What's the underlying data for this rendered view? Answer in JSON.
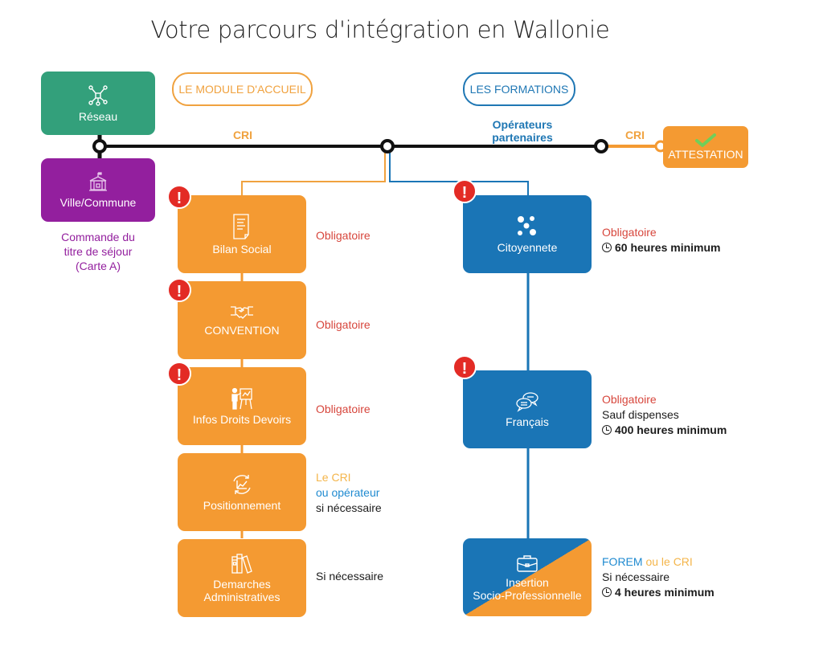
{
  "title": "Votre parcours d'intégration en Wallonie",
  "sections": {
    "module_accueil": "LE MODULE D'ACCUEIL",
    "formations": "LES FORMATIONS"
  },
  "line_labels": {
    "cri_left": "CRI",
    "operateurs": "Opérateurs\npartenaires",
    "operateurs_line1": "Opérateurs",
    "operateurs_line2": "partenaires",
    "cri_right": "CRI"
  },
  "start_nodes": {
    "reseau": {
      "label": "Réseau",
      "icon": "network-icon"
    },
    "ville": {
      "label": "Ville/Commune",
      "icon": "town-hall-icon"
    },
    "ville_note_lines": [
      "Commande du",
      "titre de séjour",
      "(Carte A)"
    ]
  },
  "attestation": {
    "label": "ATTESTATION",
    "icon": "check-icon"
  },
  "accueil_steps": [
    {
      "label": "Bilan Social",
      "icon": "document-icon",
      "mandatory_alert": true,
      "note": [
        "Obligatoire"
      ]
    },
    {
      "label": "CONVENTION",
      "icon": "handshake-icon",
      "mandatory_alert": true,
      "note": [
        "Obligatoire"
      ]
    },
    {
      "label": "Infos Droits Devoirs",
      "icon": "presenter-icon",
      "mandatory_alert": true,
      "note": [
        "Obligatoire"
      ]
    },
    {
      "label": "Positionnement",
      "icon": "chart-cycle-icon",
      "mandatory_alert": false,
      "note": [
        "Le CRI",
        "ou opérateur",
        "si nécessaire"
      ]
    },
    {
      "label_lines": [
        "Demarches",
        "Administratives"
      ],
      "icon": "books-icon",
      "mandatory_alert": false,
      "note": [
        "Si nécessaire"
      ]
    }
  ],
  "formation_steps": [
    {
      "label": "Citoyennete",
      "icon": "dots-icon",
      "mandatory_alert": true,
      "note": [
        "Obligatoire"
      ],
      "hours": "60 heures minimum"
    },
    {
      "label": "Français",
      "icon": "chat-bubbles-icon",
      "mandatory_alert": true,
      "note": [
        "Obligatoire",
        "Sauf dispenses"
      ],
      "hours": "400 heures minimum"
    },
    {
      "label_lines": [
        "Insertion",
        "Socio-Professionnelle"
      ],
      "icon": "briefcase-icon",
      "mandatory_alert": false,
      "note_forem": "FOREM",
      "note_or_cri": " ou le CRI",
      "note": [
        "Si nécessaire"
      ],
      "hours": "4 heures minimum"
    }
  ],
  "alert_symbol": "!",
  "colors": {
    "green": "#33a07b",
    "purple": "#931f9e",
    "orange": "#f49a32",
    "blue": "#1a75b6",
    "red": "#e32b25",
    "black_line": "#111111"
  }
}
